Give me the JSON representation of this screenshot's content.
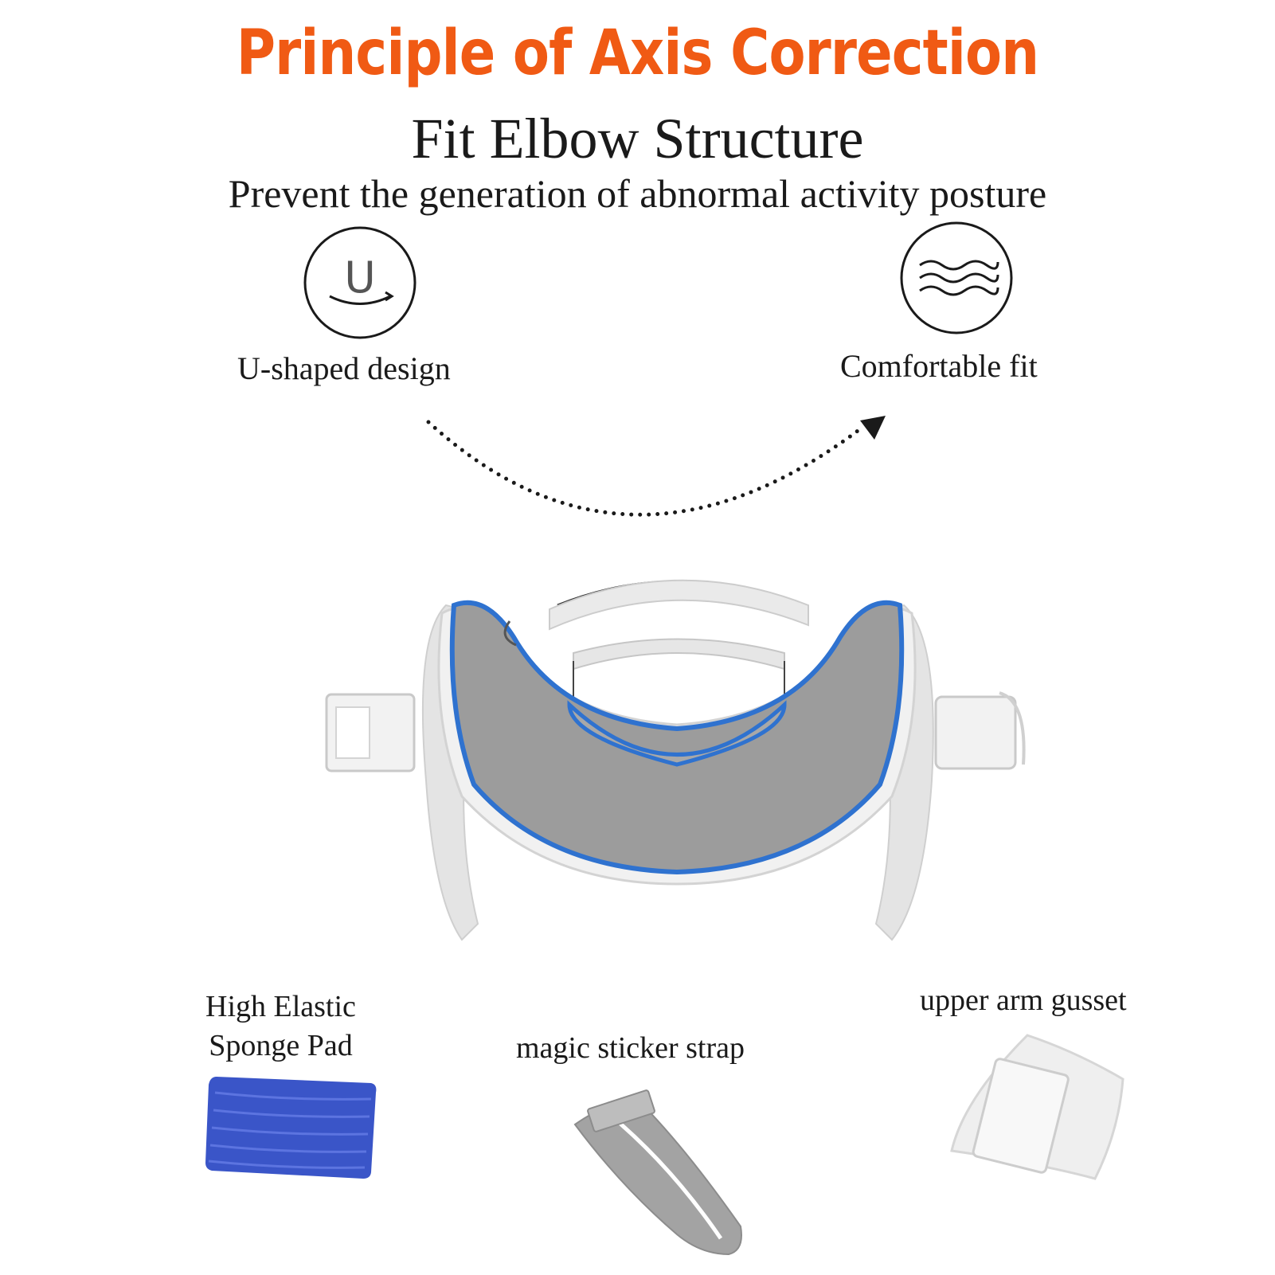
{
  "title": "Principle of Axis Correction",
  "subtitle": "Fit Elbow Structure",
  "tagline": "Prevent the generation of abnormal activity posture",
  "features": [
    {
      "icon": "u-shape-icon",
      "label": "U-shaped design"
    },
    {
      "icon": "waves-icon",
      "label": "Comfortable fit"
    }
  ],
  "parts": [
    {
      "label_line1": "High Elastic",
      "label_line2": "Sponge Pad",
      "image": "blue-sponge-pad"
    },
    {
      "label": "magic sticker strap",
      "image": "gray-strap"
    },
    {
      "label": "upper arm gusset",
      "image": "white-gusset"
    }
  ],
  "icon_u_letter": "U",
  "colors": {
    "title": "#f05a14",
    "text": "#1a1a1a",
    "pad_blue": "#3a55c8",
    "trim_blue": "#2f72cf",
    "fabric_gray": "#9c9c9c",
    "shell_white": "#f1f1f1"
  }
}
